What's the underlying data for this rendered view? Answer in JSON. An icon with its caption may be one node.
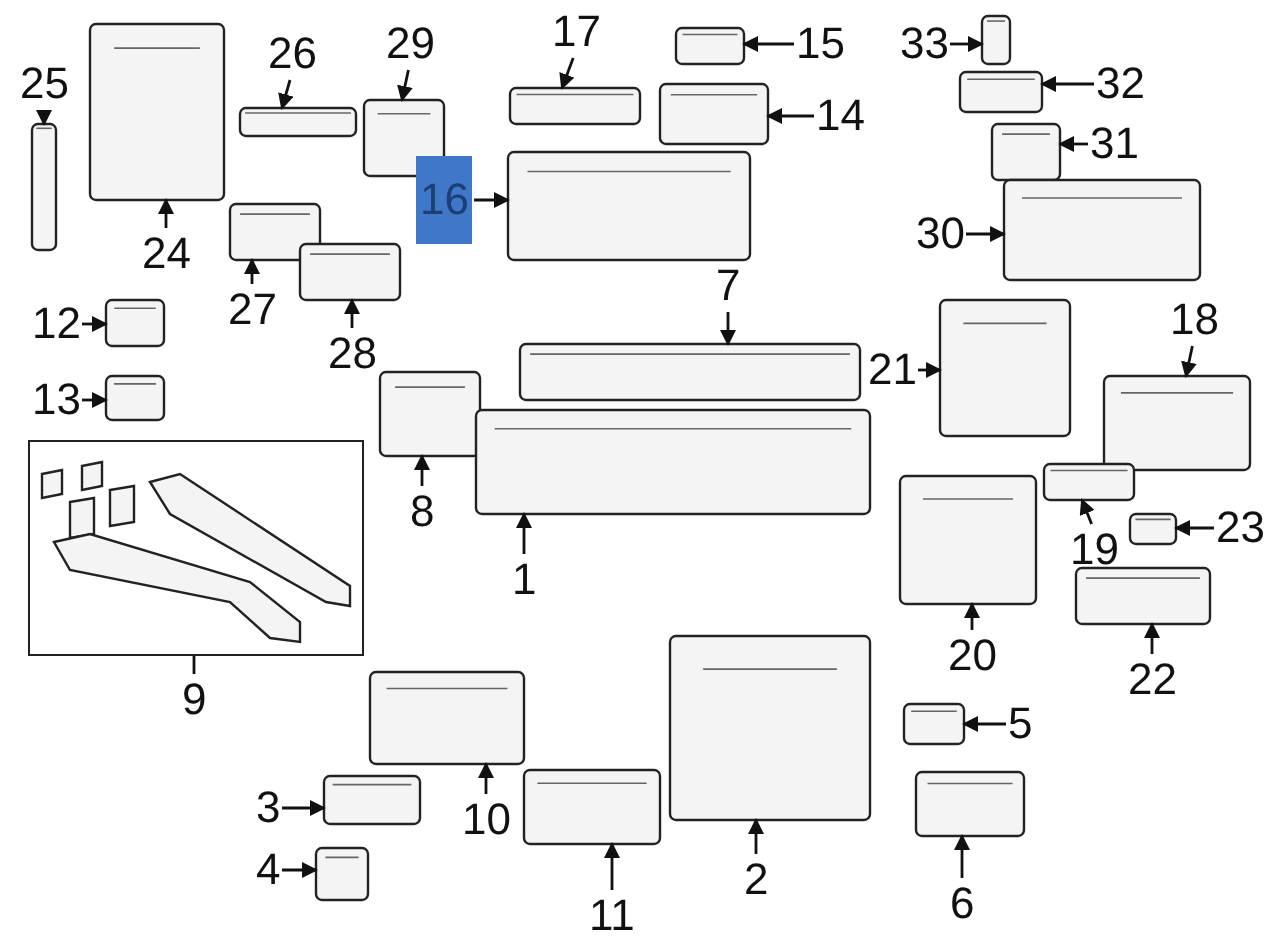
{
  "diagram": {
    "nodes": [
      {
        "text": [
          "25"
        ]
      },
      {
        "text": [
          "26"
        ]
      },
      {
        "text": [
          "29"
        ]
      },
      {
        "text": [
          "17"
        ]
      },
      {
        "text": [
          "15"
        ]
      },
      {
        "text": [
          "33"
        ]
      },
      {
        "text": [
          "32"
        ]
      },
      {
        "text": [
          "14"
        ]
      },
      {
        "text": [
          "31"
        ]
      },
      {
        "text": [
          "16"
        ]
      },
      {
        "text": [
          "24"
        ]
      },
      {
        "text": [
          "30"
        ]
      },
      {
        "text": [
          "27"
        ]
      },
      {
        "text": [
          "28"
        ]
      },
      {
        "text": [
          "12"
        ]
      },
      {
        "text": [
          "7"
        ]
      },
      {
        "text": [
          "21"
        ]
      },
      {
        "text": [
          "18"
        ]
      },
      {
        "text": [
          "13"
        ]
      },
      {
        "text": [
          "8"
        ]
      },
      {
        "text": [],
        "shape": "box"
      },
      {
        "text": [
          "9"
        ]
      },
      {
        "text": [
          "1"
        ]
      },
      {
        "text": [
          "19"
        ]
      },
      {
        "text": [
          "23"
        ]
      },
      {
        "text": [
          "20"
        ]
      },
      {
        "text": [
          "22"
        ]
      },
      {
        "text": [
          "5"
        ]
      },
      {
        "text": [
          "3"
        ]
      },
      {
        "text": [
          "10"
        ]
      },
      {
        "text": [
          "4"
        ]
      },
      {
        "text": [
          "11"
        ]
      },
      {
        "text": [
          "2"
        ]
      },
      {
        "text": [
          "6"
        ]
      },
      {
        "text": [],
        "shape": "picture"
      },
      {
        "text": [],
        "shape": "picture"
      },
      {
        "text": [],
        "shape": "picture"
      },
      {
        "text": [],
        "shape": "picture"
      },
      {
        "text": [],
        "shape": "picture"
      },
      {
        "text": [],
        "shape": "picture"
      },
      {
        "text": [],
        "shape": "picture"
      },
      {
        "text": [],
        "shape": "picture"
      },
      {
        "text": [],
        "shape": "picture"
      },
      {
        "text": [],
        "shape": "picture"
      },
      {
        "text": [],
        "shape": "picture"
      },
      {
        "text": [],
        "shape": "picture"
      },
      {
        "text": [],
        "shape": "picture"
      },
      {
        "text": [],
        "shape": "picture"
      },
      {
        "text": [],
        "shape": "picture"
      },
      {
        "text": [],
        "shape": "picture"
      },
      {
        "text": [],
        "shape": "picture"
      },
      {
        "text": [],
        "shape": "picture"
      },
      {
        "text": [],
        "shape": "picture"
      },
      {
        "text": [],
        "shape": "picture"
      },
      {
        "text": [],
        "shape": "picture"
      },
      {
        "text": [],
        "shape": "picture"
      },
      {
        "text": [],
        "shape": "picture"
      },
      {
        "text": [],
        "shape": "picture"
      },
      {
        "text": [],
        "shape": "picture"
      },
      {
        "text": [],
        "shape": "picture"
      },
      {
        "text": [],
        "shape": "picture"
      },
      {
        "text": [],
        "shape": "picture"
      },
      {
        "text": [],
        "shape": "picture"
      },
      {
        "text": [],
        "shape": "picture"
      },
      {
        "text": [],
        "shape": "picture"
      },
      {
        "text": [],
        "shape": "picture"
      }
    ],
    "edges": [
      {
        "from": 0,
        "to": 34,
        "arrow": "to"
      },
      {
        "from": 1,
        "to": 35,
        "arrow": "to"
      },
      {
        "from": 2,
        "to": 36,
        "arrow": "to"
      },
      {
        "from": 3,
        "to": 37,
        "arrow": "to"
      },
      {
        "from": 4,
        "to": 38,
        "arrow": "to"
      },
      {
        "from": 5,
        "to": 39,
        "arrow": "to"
      },
      {
        "from": 6,
        "to": 40,
        "arrow": "to"
      },
      {
        "from": 7,
        "to": 41,
        "arrow": "to"
      },
      {
        "from": 8,
        "to": 42,
        "arrow": "to"
      },
      {
        "from": 9,
        "to": 43,
        "arrow": "to"
      },
      {
        "from": 10,
        "to": 44,
        "arrow": "to"
      },
      {
        "from": 11,
        "to": 45,
        "arrow": "to"
      },
      {
        "from": 12,
        "to": 46,
        "arrow": "to"
      },
      {
        "from": 13,
        "to": 47,
        "arrow": "to"
      },
      {
        "from": 14,
        "to": 48,
        "arrow": "to"
      },
      {
        "from": 15,
        "to": 49,
        "arrow": "to"
      },
      {
        "from": 16,
        "to": 50,
        "arrow": "to"
      },
      {
        "from": 17,
        "to": 51,
        "arrow": "to"
      },
      {
        "from": 18,
        "to": 52,
        "arrow": "to"
      },
      {
        "from": 19,
        "to": 53,
        "arrow": "to"
      },
      {
        "from": 21,
        "to": 20,
        "arrow": "none"
      },
      {
        "from": 22,
        "to": 54,
        "arrow": "to"
      },
      {
        "from": 23,
        "to": 55,
        "arrow": "to"
      },
      {
        "from": 24,
        "to": 56,
        "arrow": "to"
      },
      {
        "from": 25,
        "to": 57,
        "arrow": "to"
      },
      {
        "from": 26,
        "to": 58,
        "arrow": "to"
      },
      {
        "from": 27,
        "to": 59,
        "arrow": "to"
      },
      {
        "from": 28,
        "to": 60,
        "arrow": "to"
      },
      {
        "from": 29,
        "to": 61,
        "arrow": "to"
      },
      {
        "from": 30,
        "to": 62,
        "arrow": "to"
      },
      {
        "from": 31,
        "to": 63,
        "arrow": "to"
      },
      {
        "from": 32,
        "to": 64,
        "arrow": "to"
      },
      {
        "from": 33,
        "to": 65,
        "arrow": "to"
      }
    ]
  }
}
